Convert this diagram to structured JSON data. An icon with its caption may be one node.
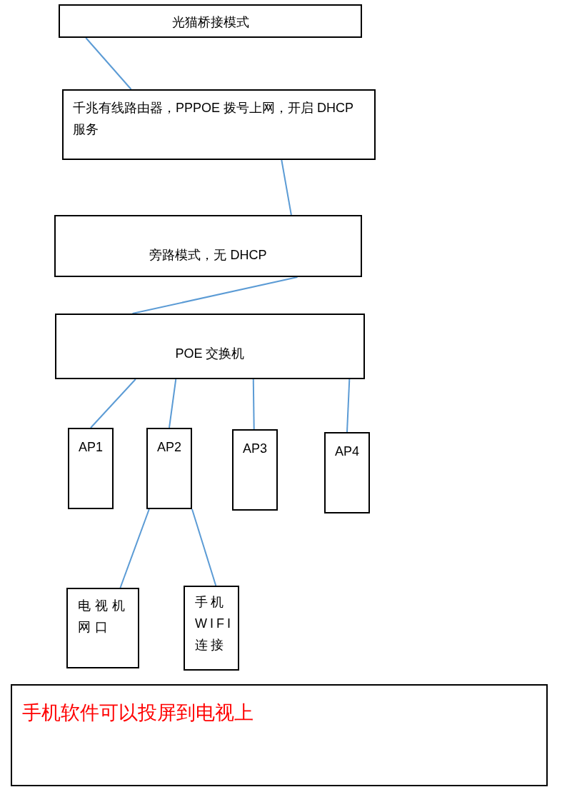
{
  "diagram": {
    "nodes": [
      {
        "text": [
          "光猫桥接模式"
        ]
      },
      {
        "text": [
          "千兆有线路由器，PPPOE 拨号上网，开启 DHCP 服务"
        ]
      },
      {
        "text": [
          "旁路模式，无 DHCP"
        ]
      },
      {
        "text": [
          "POE 交换机"
        ]
      },
      {
        "text": [
          "AP1"
        ]
      },
      {
        "text": [
          "AP2"
        ]
      },
      {
        "text": [
          "AP3"
        ]
      },
      {
        "text": [
          "AP4"
        ]
      },
      {
        "text": [
          "电视机网口"
        ]
      },
      {
        "text": [
          "手机WIFI连接"
        ]
      },
      {
        "text": [
          "手机软件可以投屏到电视上"
        ]
      }
    ],
    "edges": [
      {
        "from": 0,
        "to": 1,
        "arrow": "none"
      },
      {
        "from": 1,
        "to": 2,
        "arrow": "none"
      },
      {
        "from": 2,
        "to": 3,
        "arrow": "none"
      },
      {
        "from": 3,
        "to": 4,
        "arrow": "none"
      },
      {
        "from": 3,
        "to": 5,
        "arrow": "none"
      },
      {
        "from": 3,
        "to": 6,
        "arrow": "none"
      },
      {
        "from": 3,
        "to": 7,
        "arrow": "none"
      },
      {
        "from": 5,
        "to": 8,
        "arrow": "none"
      },
      {
        "from": 5,
        "to": 9,
        "arrow": "none"
      }
    ]
  }
}
